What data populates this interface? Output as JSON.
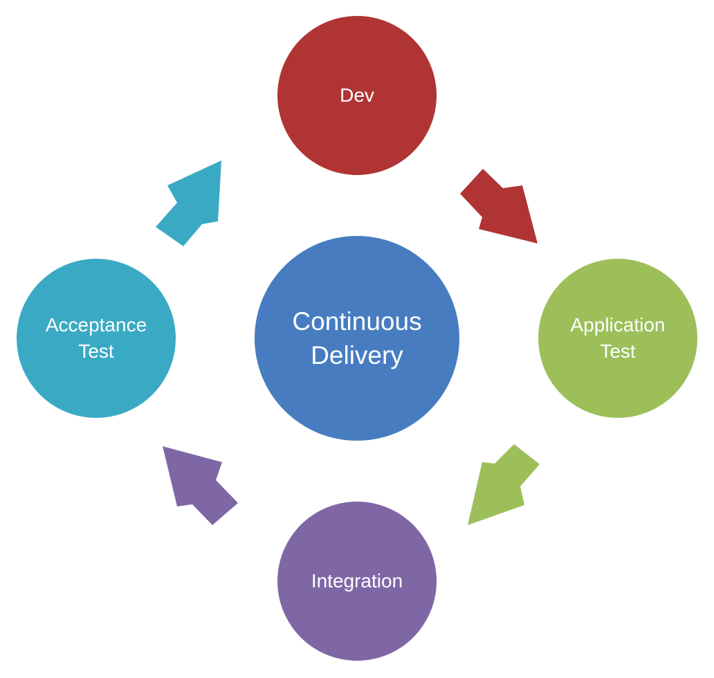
{
  "diagram": {
    "center": {
      "label": "Continuous\nDelivery",
      "color": "#477dc0"
    },
    "stages": [
      {
        "label": "Dev",
        "color": "#b03434"
      },
      {
        "label": "Application\nTest",
        "color": "#9cbf5a"
      },
      {
        "label": "Integration",
        "color": "#7f67a6"
      },
      {
        "label": "Acceptance\nTest",
        "color": "#3aaac4"
      }
    ],
    "arrows": [
      {
        "from": "Dev",
        "to": "Application Test",
        "color": "#b03434"
      },
      {
        "from": "Application Test",
        "to": "Integration",
        "color": "#9cbf5a"
      },
      {
        "from": "Integration",
        "to": "Acceptance Test",
        "color": "#7f67a6"
      },
      {
        "from": "Acceptance Test",
        "to": "Dev",
        "color": "#3aaac4"
      }
    ]
  }
}
